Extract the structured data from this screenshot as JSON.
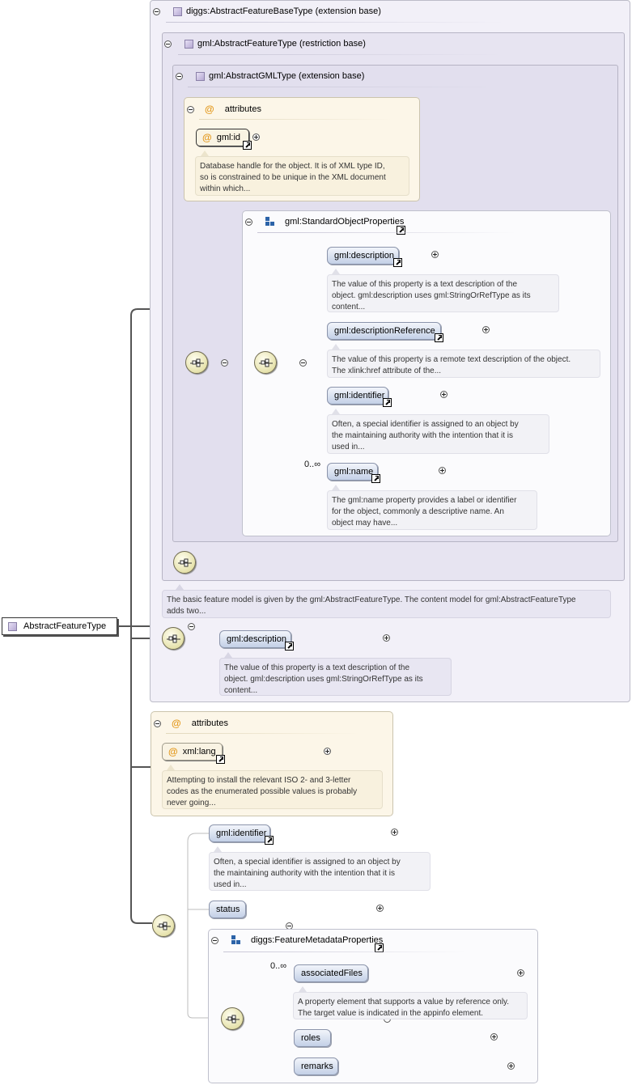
{
  "root": {
    "label": "AbstractFeatureType"
  },
  "diggs_base": {
    "label": "diggs:AbstractFeatureBaseType (extension base)"
  },
  "gml_feature": {
    "label": "gml:AbstractFeatureType (restriction base)"
  },
  "gml_gml": {
    "label": "gml:AbstractGMLType (extension base)"
  },
  "attributes_inner": {
    "title": "attributes",
    "attr": "gml:id",
    "desc": [
      "Database handle for the object. It is of XML type ID,",
      "so is constrained to be unique in the XML document",
      "within which..."
    ]
  },
  "std_props": {
    "label": "gml:StandardObjectProperties",
    "items": [
      {
        "label": "gml:description",
        "desc": [
          "The value of this property is a text description of the",
          "object. gml:description uses gml:StringOrRefType as its",
          "content..."
        ]
      },
      {
        "label": "gml:descriptionReference",
        "desc": [
          "The value of this property is a remote text description of the object.",
          "The xlink:href attribute of the..."
        ]
      },
      {
        "label": "gml:identifier",
        "desc": [
          "Often, a special identifier is assigned to an object by",
          "the maintaining authority with the intention that it is",
          "used in..."
        ]
      },
      {
        "label": "gml:name",
        "cardinality": "0..∞",
        "desc": [
          "The gml:name property provides a label or identifier",
          "for the object, commonly a descriptive name. An",
          "object may have..."
        ]
      }
    ]
  },
  "feature_desc": [
    "The basic feature model is given by the gml:AbstractFeatureType. The content model for gml:AbstractFeatureType",
    "adds two..."
  ],
  "ext_description": {
    "label": "gml:description",
    "desc": [
      "The value of this property is a text description of the",
      "object. gml:description uses gml:StringOrRefType as its",
      "content..."
    ]
  },
  "attributes_outer": {
    "title": "attributes",
    "attr": "xml:lang",
    "desc": [
      "Attempting to install the relevant ISO 2- and 3-letter",
      "codes as the enumerated possible values is probably",
      "never going..."
    ]
  },
  "bottom": {
    "identifier": {
      "label": "gml:identifier",
      "desc": [
        "Often, a special identifier is assigned to an object by",
        "the maintaining authority with the intention that it is",
        "used in..."
      ]
    },
    "status": {
      "label": "status"
    },
    "meta_props": {
      "label": "diggs:FeatureMetadataProperties",
      "associated": {
        "label": "associatedFiles",
        "cardinality": "0..∞",
        "desc": [
          "A property element that supports a value by reference only.",
          "The target value is indicated in the appinfo element."
        ]
      },
      "roles": {
        "label": "roles"
      },
      "remarks": {
        "label": "remarks"
      }
    }
  }
}
